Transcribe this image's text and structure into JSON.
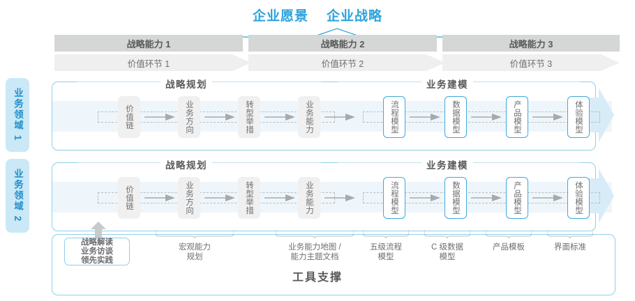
{
  "header": {
    "vision_labels": [
      "企业愿景",
      "企业战略"
    ],
    "accent_color": "#2aa3dd"
  },
  "capability_band": {
    "cells": [
      {
        "label": "战略能力 1"
      },
      {
        "label": "战略能力 2"
      },
      {
        "label": "战略能力 3"
      }
    ]
  },
  "value_band": {
    "cells": [
      {
        "label": "价值环节 1"
      },
      {
        "label": "价值环节 2"
      },
      {
        "label": "价值环节 3"
      }
    ]
  },
  "domains": [
    {
      "label": "业务领域 1"
    },
    {
      "label": "业务领域 2"
    }
  ],
  "sections": {
    "planning_title": "战略规划",
    "modeling_title": "业务建模"
  },
  "row1": {
    "planning_steps": [
      "价值链",
      "业务方向",
      "转型举措",
      "业务能力"
    ],
    "modeling_steps": [
      "流程模型",
      "数据模型",
      "产品模型",
      "体验模型"
    ]
  },
  "row2": {
    "planning_steps": [
      "价值链",
      "业务方向",
      "转型举措",
      "业务能力"
    ],
    "modeling_steps": [
      "流程模型",
      "数据模型",
      "产品模型",
      "体验模型"
    ]
  },
  "tools": {
    "title": "工具支撑",
    "note": "战略解读\n业务访谈\n领先实践",
    "note_lines": [
      "战略解读",
      "业务访谈",
      "领先实践"
    ],
    "labels": [
      {
        "line1": "宏观能力",
        "line2": "规划"
      },
      {
        "line1": "业务能力地图 /",
        "line2": "能力主题文档"
      },
      {
        "line1": "五级流程",
        "line2": "模型"
      },
      {
        "line1": "C 级数据",
        "line2": "模型"
      },
      {
        "line1": "产品模板",
        "line2": ""
      },
      {
        "line1": "界面标准",
        "line2": ""
      }
    ]
  },
  "palette": {
    "blue": "#2aa3dd",
    "band_gray": "#d5d6d6",
    "value_gray": "#efefef",
    "row_bg": "#eef6fb",
    "border_blue": "#8fcfe9",
    "tab_blue": "#cbe8f7"
  }
}
